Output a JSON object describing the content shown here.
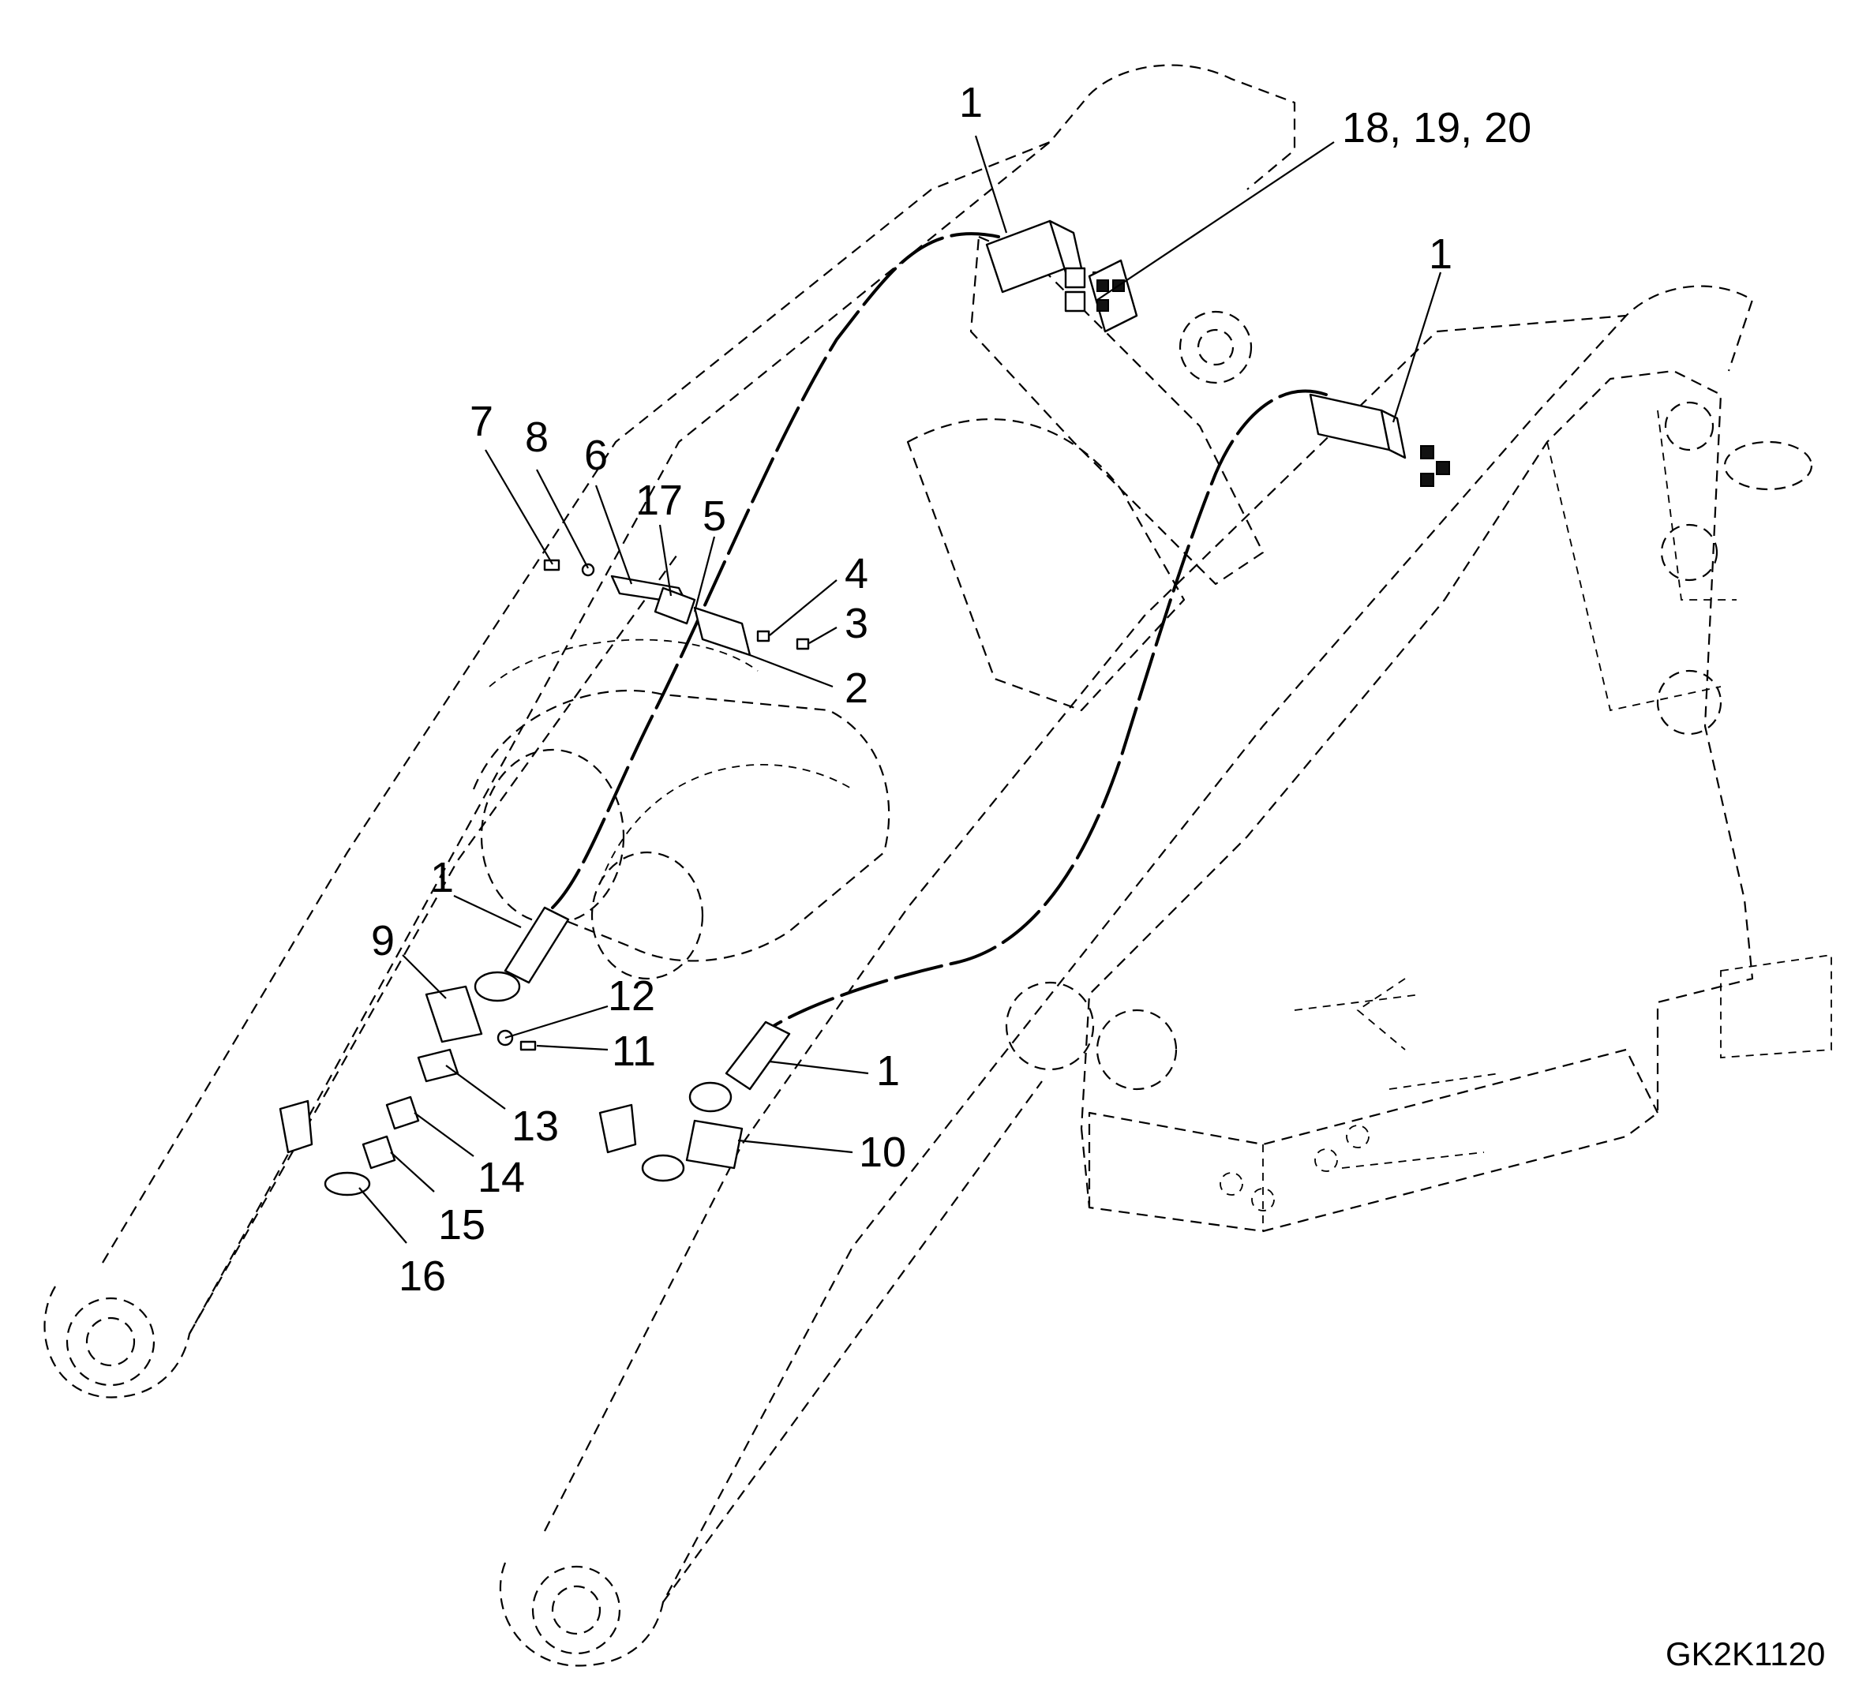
{
  "drawing_code": "GK2K1120",
  "callouts": {
    "c1_top": "1",
    "c18_19_20": "18, 19, 20",
    "c1_right": "1",
    "c7": "7",
    "c8": "8",
    "c6": "6",
    "c17": "17",
    "c5": "5",
    "c4": "4",
    "c3": "3",
    "c2": "2",
    "c1_left": "1",
    "c9": "9",
    "c12": "12",
    "c11": "11",
    "c1_bottom": "1",
    "c13": "13",
    "c10": "10",
    "c14": "14",
    "c15": "15",
    "c16": "16"
  }
}
